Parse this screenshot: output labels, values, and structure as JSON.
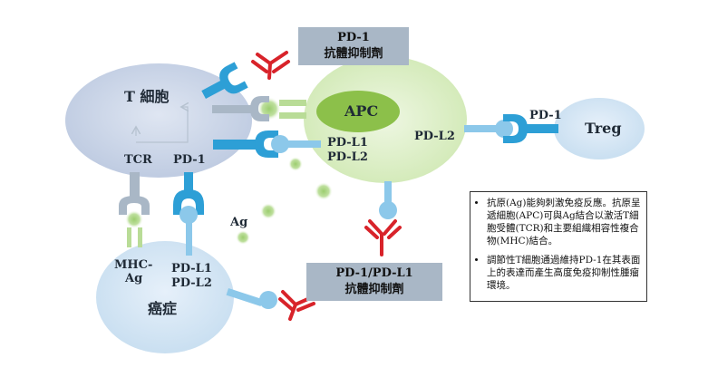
{
  "colors": {
    "tcell": "#cdd8ea",
    "apc": "#d8edc0",
    "apc_core": "#8cc04a",
    "cancer": "#d5e6f4",
    "treg": "#d5e6f4",
    "receptor_blue": "#2d9fd6",
    "ligand_blue": "#8cc8ea",
    "grey": "#a9b7c6",
    "antibody_red": "#d8232a",
    "ag_green": "#9ccd6f"
  },
  "cells": {
    "tcell": "T 細胞",
    "apc": "APC",
    "cancer": "癌症",
    "treg": "Treg"
  },
  "labels": {
    "tcr": "TCR",
    "pd1_tcell": "PD-1",
    "pd1_treg": "PD-1",
    "pdl1_apc": "PD-L1",
    "pdl2_apc": "PD-L2",
    "pdl2_right": "PD-L2",
    "mhc_ag_1": "MHC-",
    "mhc_ag_2": "Ag",
    "pdl1_cancer": "PD-L1",
    "pdl2_cancer": "PD-L2",
    "ag": "Ag"
  },
  "boxes": {
    "top_line1": "PD-1",
    "top_line2": "抗體抑制劑",
    "bottom_line1": "PD-1/PD-L1",
    "bottom_line2": "抗體抑制劑"
  },
  "notes": [
    "抗原(Ag)能夠刺激免疫反應。抗原呈遞細胞(APC)可與Ag結合以激活T細胞受體(TCR)和主要組織相容性複合物(MHC)結合。",
    "調節性T細胞通過維持PD-1在其表面上的表達而產生高度免疫抑制性腫瘤環境。"
  ]
}
